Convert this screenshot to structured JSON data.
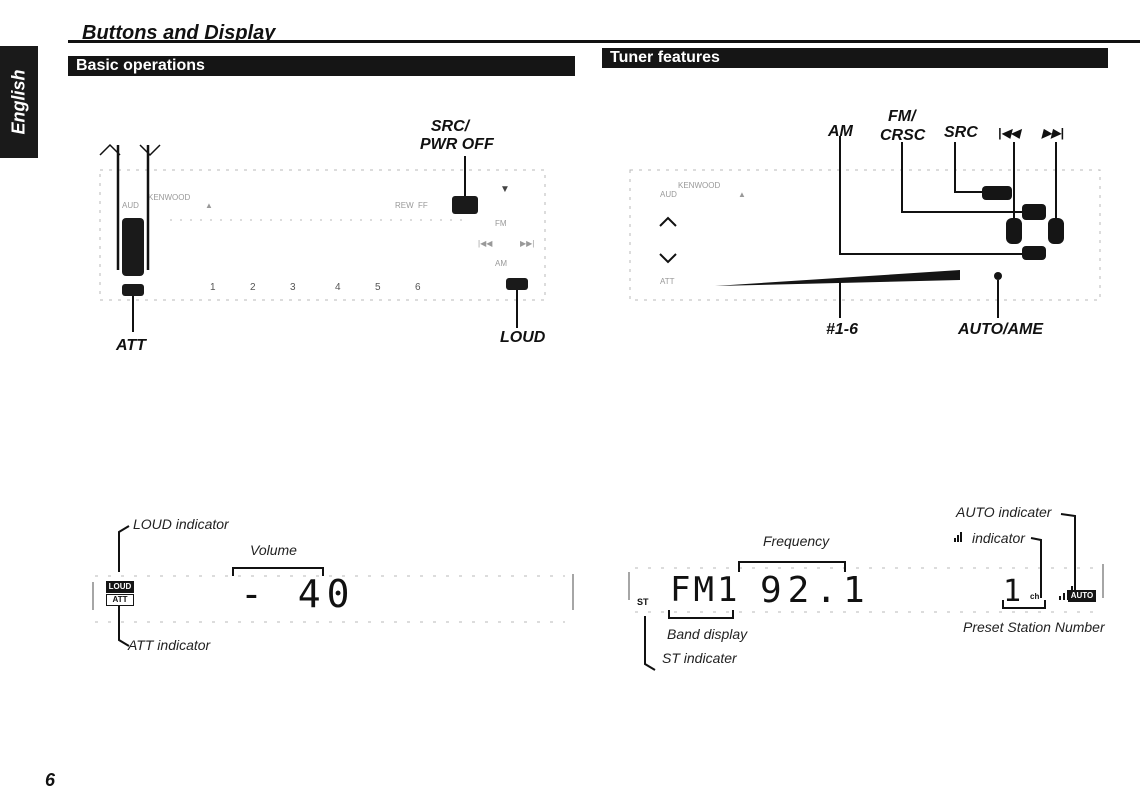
{
  "side_tab": {
    "language": "English"
  },
  "page": {
    "title": "Buttons and Display",
    "number": "6"
  },
  "sections": {
    "basic": {
      "heading": "Basic operations"
    },
    "tuner": {
      "heading": "Tuner features"
    }
  },
  "basic_panel": {
    "brand": "KENWOOD",
    "aud_label": "AUD",
    "labels": {
      "up": "^",
      "down": "v",
      "att": "ATT",
      "loud": "LOUD",
      "src": "SRC/",
      "pwr": "PWR OFF"
    },
    "button_numbers": [
      "1",
      "2",
      "3",
      "4",
      "5",
      "6"
    ],
    "small_labels": {
      "rew": "REW",
      "ff": "FF",
      "fm": "FM",
      "am": "AM"
    }
  },
  "tuner_panel": {
    "brand": "KENWOOD",
    "aud_label": "AUD",
    "att_label": "ATT",
    "labels": {
      "am": "AM",
      "fm": "FM/",
      "crsc": "CRSC",
      "src": "SRC",
      "prev": "|◀◀",
      "next": "▶▶|",
      "presets": "#1-6",
      "auto": "AUTO/AME"
    }
  },
  "basic_display": {
    "loud_indicator": "LOUD indicator",
    "att_indicator": "ATT indicator",
    "volume_label": "Volume",
    "loud_badge": "LOUD",
    "att_badge": "ATT",
    "volume_value": "- 40"
  },
  "tuner_display": {
    "st_badge": "ST",
    "band_value": "FM1",
    "frequency_value": "92.1",
    "frequency_label": "Frequency",
    "band_label": "Band display",
    "st_label": "ST indicater",
    "auto_indicator": "AUTO indicater",
    "signal_indicator": "indicator",
    "preset_value": "1",
    "ch_label": "ch",
    "auto_badge": "AUTO",
    "preset_label": "Preset Station Number"
  }
}
